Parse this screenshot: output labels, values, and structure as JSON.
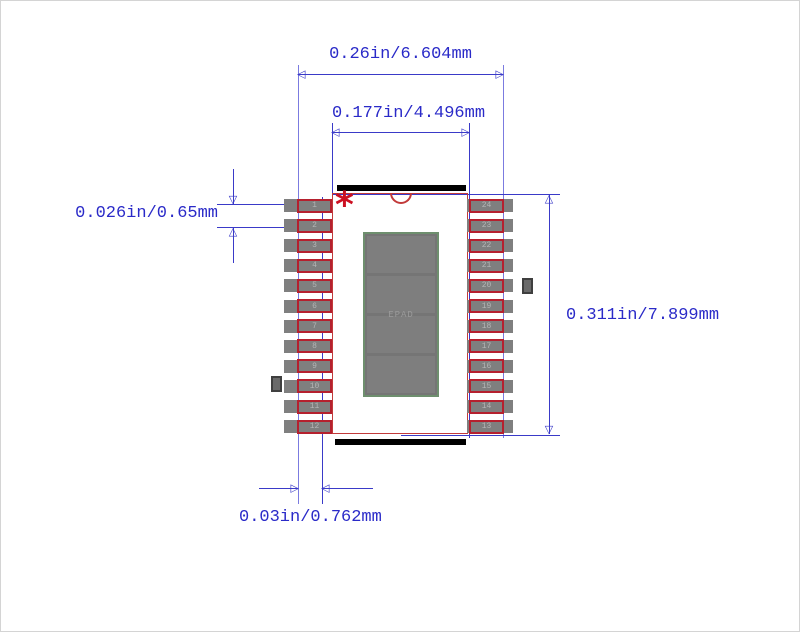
{
  "figure": {
    "description": "24-pin IC package footprint drawing with exposed pad",
    "epad_label": "EPAD",
    "pin1_marker": "*"
  },
  "dimensions": {
    "outer_lead_span": "0.26in/6.604mm",
    "inner_body_width": "0.177in/4.496mm",
    "pin_pitch": "0.026in/0.65mm",
    "body_height": "0.311in/7.899mm",
    "lead_length": "0.03in/0.762mm"
  },
  "pins": {
    "left": [
      "1",
      "2",
      "3",
      "4",
      "5",
      "6",
      "7",
      "8",
      "9",
      "10",
      "11",
      "12"
    ],
    "right": [
      "24",
      "23",
      "22",
      "21",
      "20",
      "19",
      "18",
      "17",
      "16",
      "15",
      "14",
      "13"
    ]
  },
  "icons": {
    "arrow_left": "◁",
    "arrow_right": "▷",
    "arrow_up": "△",
    "arrow_down": "▽"
  },
  "colors": {
    "dimension_text_blue": "#2a2ac8",
    "dimension_line_blue": "#3a3ac8",
    "extension_line_light_blue": "#7b7be0",
    "lead_outline_red": "#b5202e",
    "body_outline_red": "#c23a3a",
    "pin1_marker_red": "#cc1022",
    "pad_gray": "#7f7f7f",
    "pin_number_gray": "#b5b5b5",
    "epad_border_green": "#6e8f6e",
    "epad_fill_gray": "#757575",
    "epad_strip_gray": "#7e7e7e",
    "epad_text_gray": "#9a9a9a",
    "bar_black": "#000000",
    "orientation_marker_gray": "#6a6a6a",
    "orientation_marker_border": "#3f3f3f"
  }
}
